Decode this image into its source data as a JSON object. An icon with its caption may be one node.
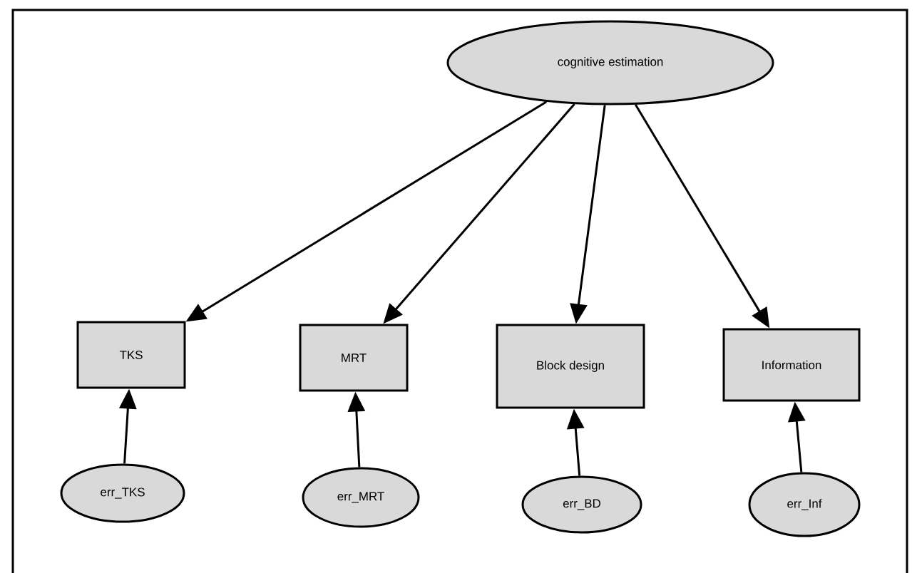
{
  "diagram": {
    "nodes": [
      {
        "text": [
          "cognitive estimation"
        ]
      },
      {
        "text": [
          "TKS"
        ]
      },
      {
        "text": [
          "MRT"
        ]
      },
      {
        "text": [
          "Block design"
        ]
      },
      {
        "text": [
          "Information"
        ]
      },
      {
        "text": [
          "err_TKS"
        ]
      },
      {
        "text": [
          "err_MRT"
        ]
      },
      {
        "text": [
          "err_BD"
        ]
      },
      {
        "text": [
          "err_Inf"
        ]
      }
    ],
    "edges": [
      {
        "from": 0,
        "to": 1,
        "arrow": "to"
      },
      {
        "from": 0,
        "to": 2,
        "arrow": "to"
      },
      {
        "from": 0,
        "to": 3,
        "arrow": "to"
      },
      {
        "from": 0,
        "to": 4,
        "arrow": "to"
      },
      {
        "from": 5,
        "to": 1,
        "arrow": "to"
      },
      {
        "from": 6,
        "to": 2,
        "arrow": "to"
      },
      {
        "from": 7,
        "to": 3,
        "arrow": "to"
      },
      {
        "from": 8,
        "to": 4,
        "arrow": "to"
      }
    ]
  }
}
